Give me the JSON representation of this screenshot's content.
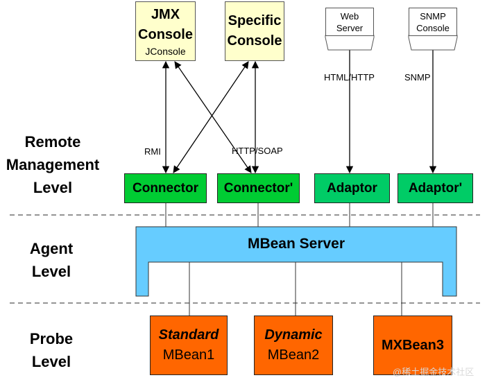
{
  "levels": {
    "remote": [
      "Remote",
      "Management",
      "Level"
    ],
    "agent": [
      "Agent",
      "Level"
    ],
    "probe": [
      "Probe",
      "Level"
    ]
  },
  "consoles": {
    "jmx": {
      "line1": "JMX",
      "line2": "Console",
      "sub": "JConsole"
    },
    "specific": {
      "line1": "Specific",
      "line2": "Console"
    }
  },
  "terminals": {
    "web": {
      "line1": "Web",
      "line2": "Server",
      "protocol": "HTML/HTTP"
    },
    "snmp": {
      "line1": "SNMP",
      "line2": "Console",
      "protocol": "SNMP"
    }
  },
  "protocols": {
    "rmi": "RMI",
    "http_soap": "HTTP/SOAP"
  },
  "connectors": {
    "connector": "Connector",
    "connector2": "Connector'",
    "adaptor": "Adaptor",
    "adaptor2": "Adaptor'"
  },
  "mbean_server": {
    "label": "MBean Server"
  },
  "mbeans": {
    "standard": {
      "line1": "Standard",
      "line2": "MBean1"
    },
    "dynamic": {
      "line1": "Dynamic",
      "line2": "MBean2"
    },
    "mx": {
      "line1": "MXBean3"
    }
  },
  "watermark": "@稀土掘金技术社区",
  "colors": {
    "console_fill": "#ffffcc",
    "connector_green": "#00cc33",
    "adaptor_green": "#00cc66",
    "mbean_server_blue": "#66ccff",
    "mbean_orange": "#ff6600"
  }
}
